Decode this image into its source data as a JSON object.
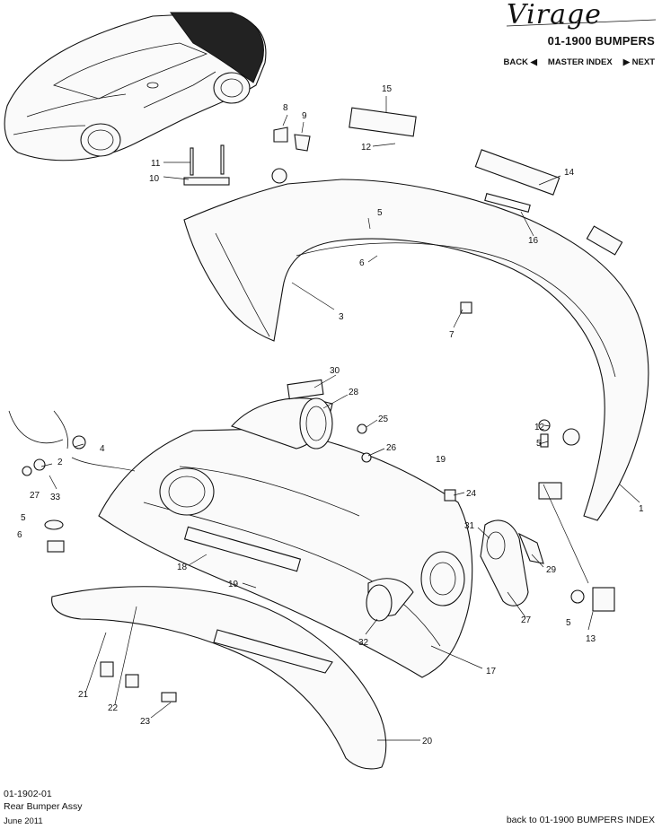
{
  "brand": {
    "logo_text": "Virage"
  },
  "header": {
    "section_title": "01-1900 BUMPERS"
  },
  "nav": {
    "back": "BACK",
    "master_index": "MASTER INDEX",
    "next": "NEXT"
  },
  "callouts": [
    "1",
    "2",
    "3",
    "4",
    "5",
    "6",
    "7",
    "8",
    "9",
    "10",
    "11",
    "12",
    "13",
    "14",
    "15",
    "16",
    "17",
    "18",
    "19",
    "20",
    "21",
    "22",
    "23",
    "24",
    "25",
    "26",
    "27",
    "28",
    "29",
    "30",
    "31",
    "32",
    "33"
  ],
  "footer": {
    "code": "01-1902-01",
    "name": "Rear Bumper Assy",
    "date": "June 2011",
    "back_link": "back to 01-1900 BUMPERS INDEX"
  }
}
